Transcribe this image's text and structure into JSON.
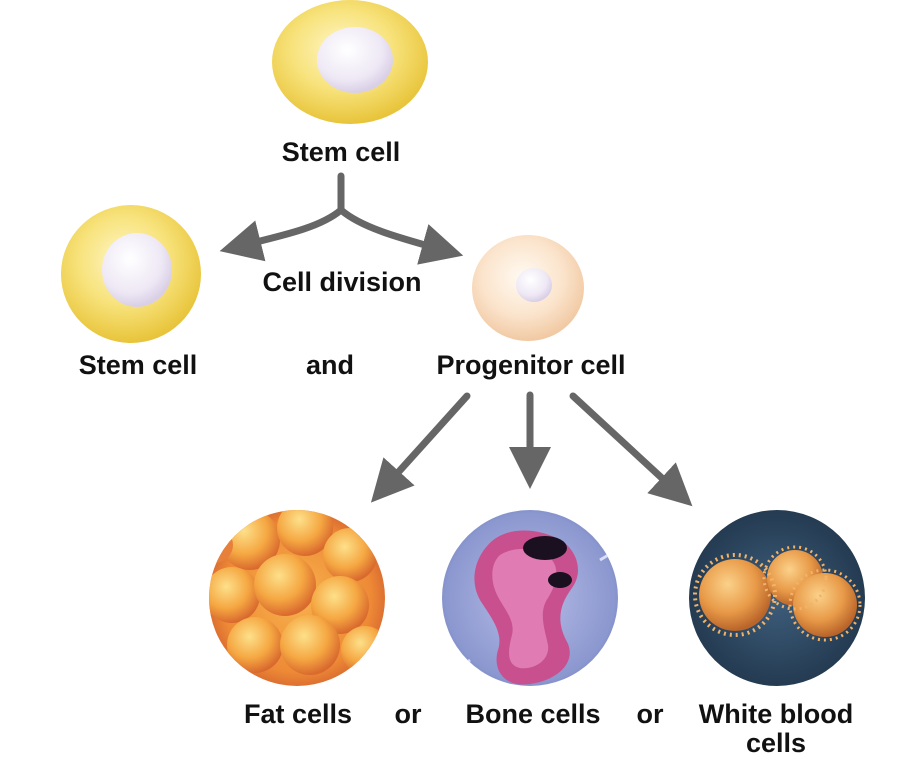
{
  "labels": {
    "top_stem_cell": "Stem cell",
    "cell_division": "Cell division",
    "left_stem_cell": "Stem cell",
    "and": "and",
    "progenitor_cell": "Progenitor cell",
    "fat_cells": "Fat cells",
    "or_1": "or",
    "bone_cells": "Bone cells",
    "or_2": "or",
    "white_blood_cells": "White blood cells"
  },
  "colors": {
    "stem_cell": "#f2d84e",
    "progenitor_cell": "#f8dcc0",
    "nucleus": "#ece6f4",
    "arrow": "#666666",
    "fat_cells": "#f0913a",
    "bone_background": "#8f9bd0",
    "bone_cell": "#c8508f",
    "white_blood_background": "#2c4660",
    "white_blood_cells": "#e59845"
  },
  "icons": {
    "fat_cells_image": "fat-cells-micrograph",
    "bone_cells_image": "bone-cell-micrograph",
    "white_blood_cells_image": "white-blood-cells-micrograph"
  }
}
